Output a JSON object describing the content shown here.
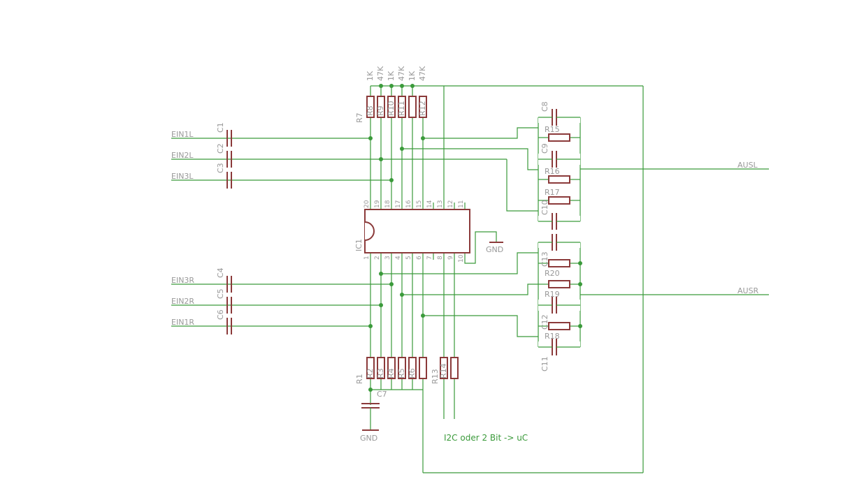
{
  "inputs": {
    "ein1l": "EIN1L",
    "ein2l": "EIN2L",
    "ein3l": "EIN3L",
    "ein3r": "EIN3R",
    "ein2r": "EIN2R",
    "ein1r": "EIN1R"
  },
  "outputs": {
    "ausl": "AUSL",
    "ausr": "AUSR"
  },
  "ic": {
    "name": "IC1",
    "pins_top": [
      "20",
      "19",
      "18",
      "17",
      "16",
      "15",
      "14",
      "13",
      "12",
      "11"
    ],
    "pins_bottom": [
      "1",
      "2",
      "3",
      "4",
      "5",
      "6",
      "7",
      "8",
      "9",
      "10"
    ]
  },
  "gnd": "GND",
  "note": "I2C oder 2 Bit -> uC",
  "values": [
    "1K",
    "47K",
    "1K",
    "47K",
    "1K",
    "47K"
  ],
  "caps": {
    "c1": "C1",
    "c2": "C2",
    "c3": "C3",
    "c4": "C4",
    "c5": "C5",
    "c6": "C6",
    "c7": "C7",
    "c8": "C8",
    "c9": "C9",
    "c10": "C10",
    "c11": "C11",
    "c12": "C12",
    "c13": "C13"
  },
  "res_top": [
    "R7",
    "R8",
    "R9",
    "R10",
    "R11",
    "R12"
  ],
  "res_bottom": [
    "R1",
    "R2",
    "R3",
    "R4",
    "R5",
    "R6",
    "R13",
    "R14"
  ],
  "res_right": {
    "r15": "R15",
    "r16": "R16",
    "r17": "R17",
    "r18": "R18",
    "r19": "R19",
    "r20": "R20"
  }
}
